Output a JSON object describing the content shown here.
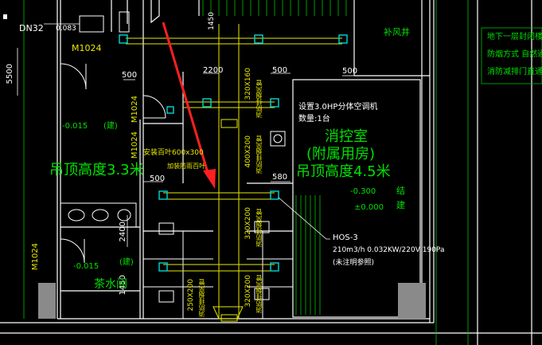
{
  "drawing": {
    "pipe_label": "DN32",
    "pipe_slope": "0.083",
    "elevation_side": "5500",
    "dim_1450": "1450",
    "dim_2200": "2200",
    "dim_500_a": "500",
    "dim_500_b": "500",
    "dim_500_c": "500",
    "dim_500_d": "500",
    "dim_580": "580",
    "dim_2400": "2400",
    "dim_1450_b": "1450",
    "door_m1024_a": "M1024",
    "door_m1024_b": "M1024",
    "door_m1024_c": "M1024",
    "door_m1024_d": "M1024",
    "level_a": "-0.015",
    "level_a_tag": "(建)",
    "level_b": "-0.015",
    "level_b_tag": "(建)",
    "ceiling_left": "吊顶高度3.3米",
    "ceiling_right": "吊顶高度4.5米",
    "room_fan": "补风井",
    "room_tea": "茶水间",
    "room_control": "消控室",
    "room_control_sub": "(附属用房)",
    "ac_unit_line1": "设置3.0HP分体空调机",
    "ac_unit_line2": "数量:1台",
    "level_c": "-0.300",
    "level_c_tag": "结",
    "level_d": "±0.000",
    "level_d_tag": "建",
    "hos_tag": "HOS-3",
    "hos_spec": "210m3/h 0.032KW/220V 190Pa",
    "hos_note": "(未注明参照)",
    "duct_note": "安装百叶600x300",
    "duct_note_b": "加装防雨百叶",
    "duct_size_a": "320X160",
    "duct_size_b": "400X200",
    "duct_size_c": "320X200",
    "duct_size_d": "250X200",
    "duct_size_e": "320X200",
    "duct_tag": "消防排烟风管",
    "legend_line1": "地下一层封闭楼梯",
    "legend_line2": "防烟方式 自然通风",
    "legend_line3": "消防减排门直通室",
    "colors": {
      "background": "#000000",
      "wall": "#ffffff",
      "duct": "#e8e800",
      "grid": "#00d000",
      "fixture": "#00d8d8",
      "annotation_arrow": "#ff2020"
    }
  }
}
